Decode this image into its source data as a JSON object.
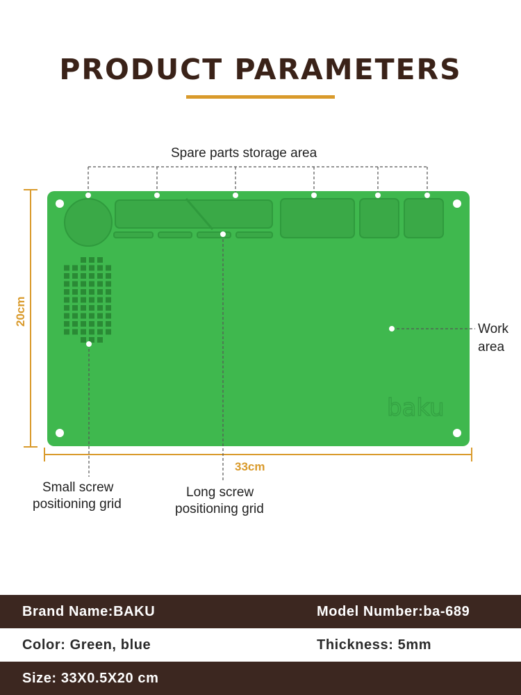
{
  "title": "PRODUCT PARAMETERS",
  "colors": {
    "accent": "#d99a2b",
    "mat": "#3fb84e",
    "dark_band": "#3c2720",
    "title": "#3a2218"
  },
  "labels": {
    "spare_parts": "Spare parts storage area",
    "work_area_1": "Work",
    "work_area_2": "area",
    "small_grid_1": "Small screw",
    "small_grid_2": "positioning grid",
    "long_grid_1": "Long screw",
    "long_grid_2": "positioning grid"
  },
  "dimensions": {
    "height": "20cm",
    "width": "33cm"
  },
  "logo": "baku",
  "specs": {
    "brand": "Brand Name:BAKU",
    "model": "Model Number:ba-689",
    "color": "Color: Green, blue",
    "thickness": "Thickness: 5mm",
    "size": "Size: 33X0.5X20 cm"
  }
}
